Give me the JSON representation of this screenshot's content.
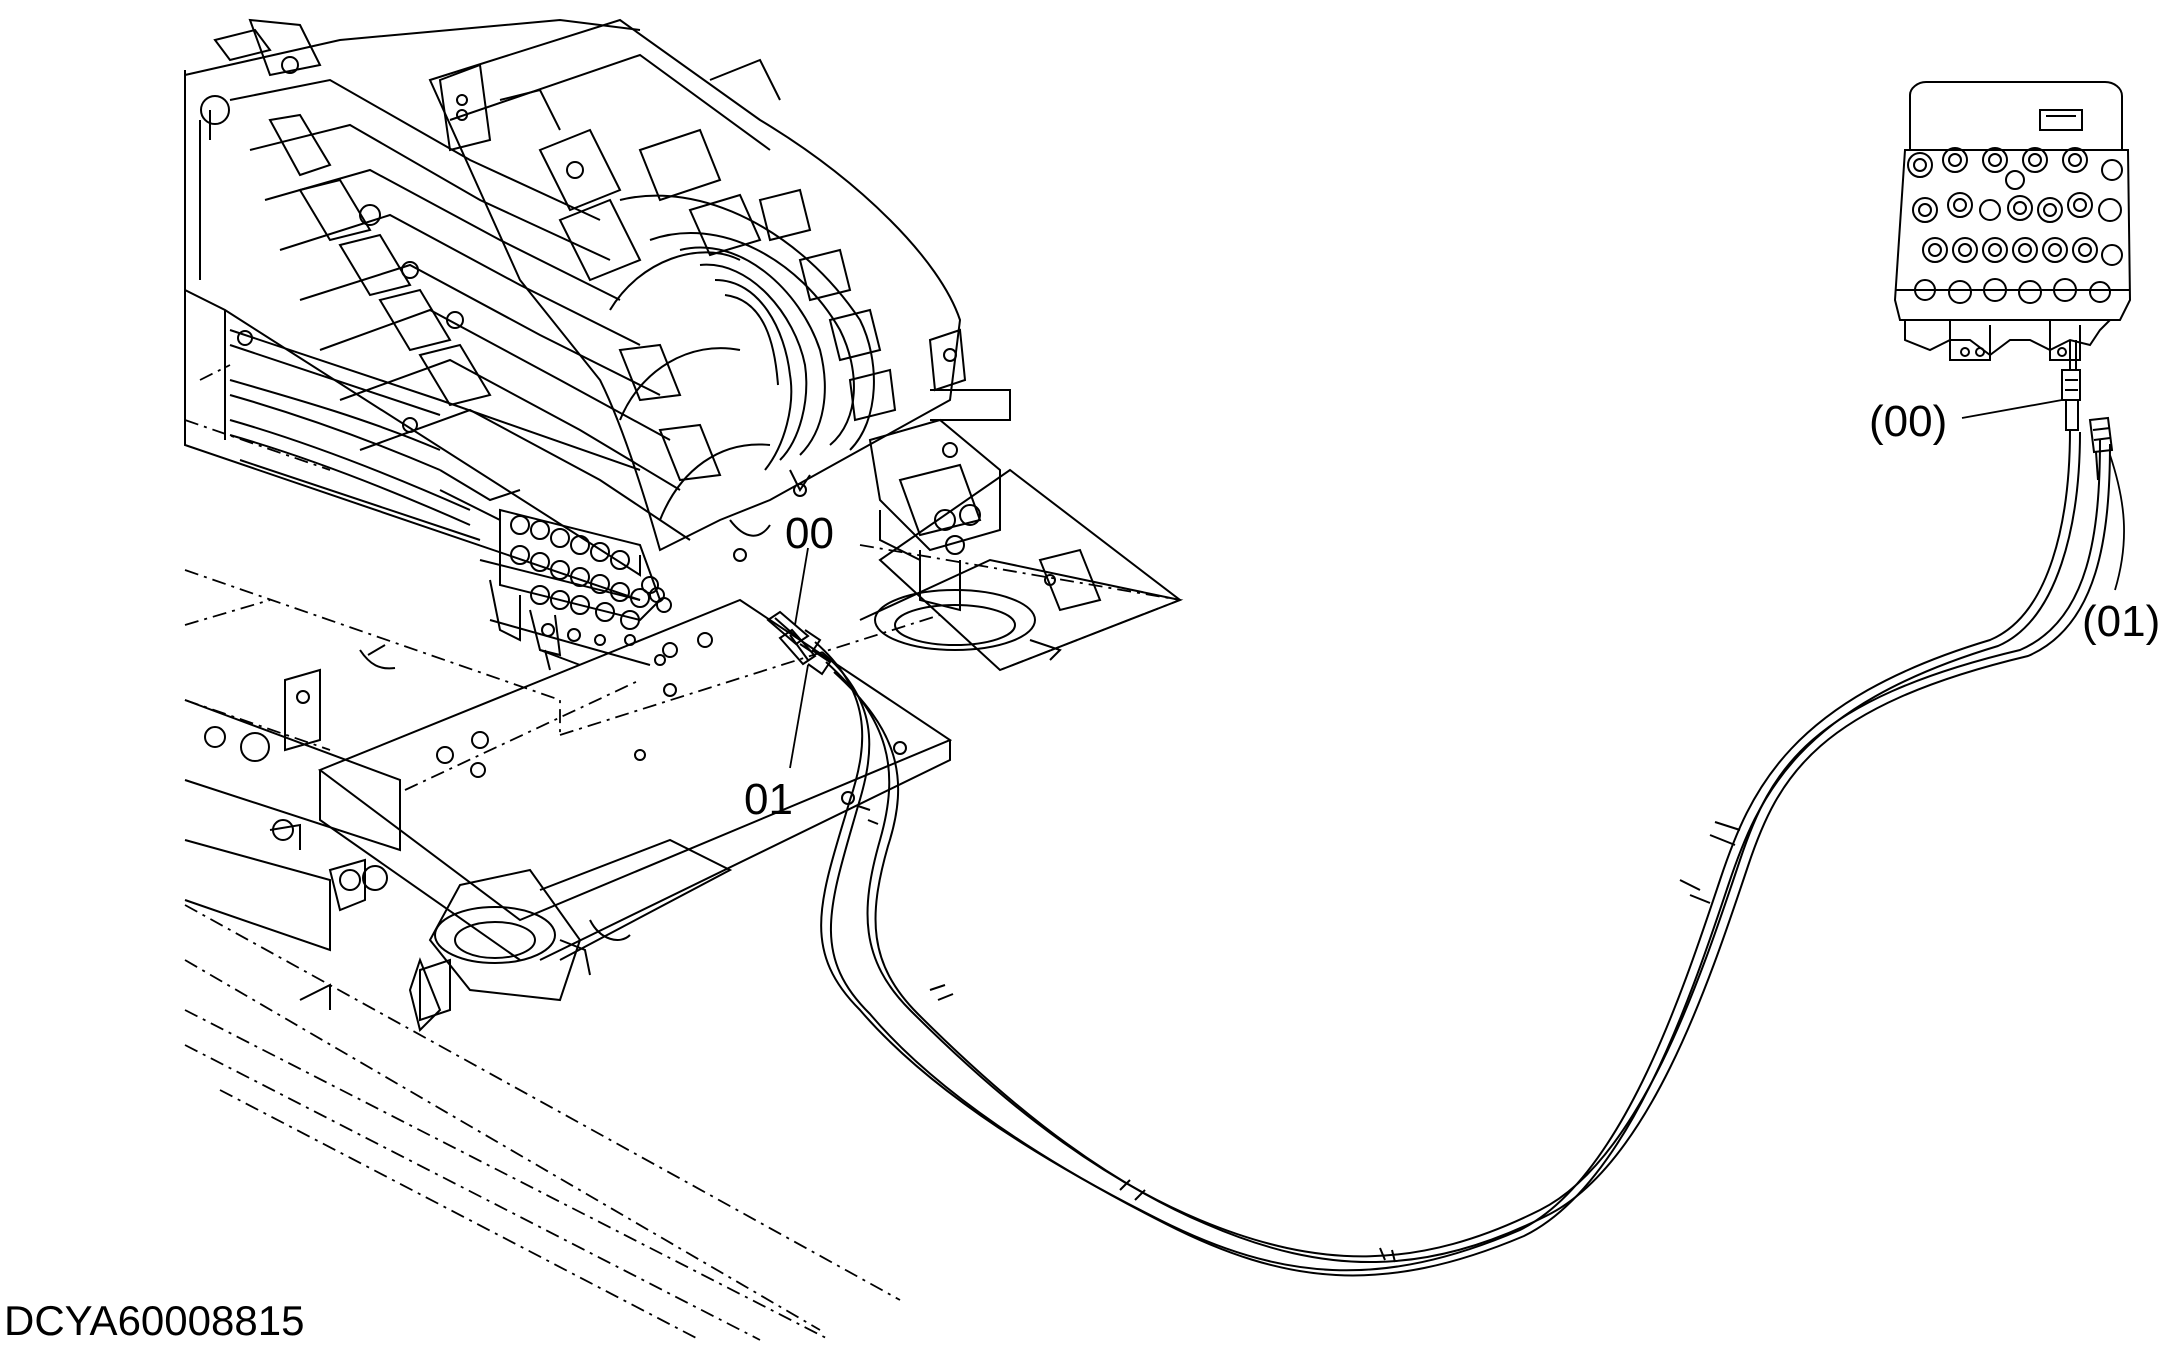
{
  "callouts": {
    "part_00": "00",
    "part_01": "01",
    "ref_00": "(00)",
    "ref_01": "(01)"
  },
  "drawing_code": "DCYA60008815",
  "colors": {
    "line": "#000000",
    "background": "#ffffff"
  }
}
